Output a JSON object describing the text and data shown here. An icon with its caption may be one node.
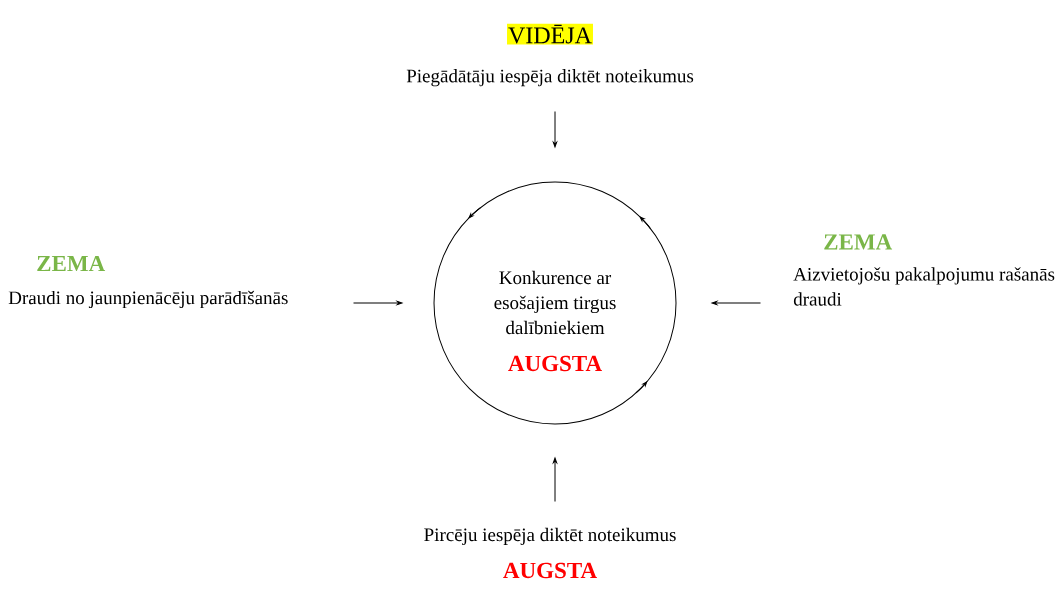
{
  "diagram": {
    "nodes": [
      {
        "text": [
          "Konkurence ar esošajiem tirgus dalībniekiem",
          "AUGSTA"
        ]
      },
      {
        "text": [
          "VIDĒJA",
          "Piegādātāju iespēja diktēt noteikumus"
        ]
      },
      {
        "text": [
          "ZEMA",
          "Draudi no jaunpienācēju parādīšanās"
        ]
      },
      {
        "text": [
          "ZEMA",
          "Aizvietojošu pakalpojumu rašanās draudi"
        ]
      },
      {
        "text": [
          "Pircēju iespēja diktēt noteikumus",
          "AUGSTA"
        ]
      }
    ],
    "edges": [
      {
        "from": 1,
        "to": 0,
        "arrow": "to"
      },
      {
        "from": 2,
        "to": 0,
        "arrow": "to"
      },
      {
        "from": 3,
        "to": 0,
        "arrow": "to"
      },
      {
        "from": 4,
        "to": 0,
        "arrow": "to"
      }
    ]
  }
}
